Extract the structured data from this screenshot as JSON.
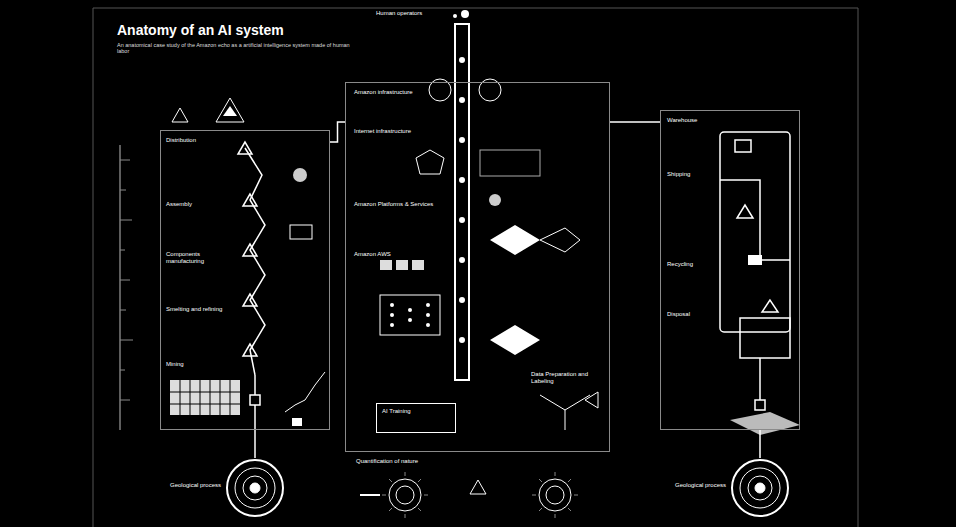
{
  "diagram": {
    "title": "Anatomy of an AI system",
    "caption": "An anatomical case study of the Amazon echo as a artificial intelligence system made of human labor",
    "nodes": [
      {
        "text": [
          "Distribution",
          "Assembly",
          "Components manufacturing",
          "Smelting and refining",
          "Mining"
        ]
      },
      {
        "text": [
          "Amazon infrastructure",
          "Internet infrastructure",
          "Amazon Platforms & Services",
          "Amazon AWS",
          "Data Preparation and Labeling"
        ]
      },
      {
        "text": [
          "AI Training"
        ],
        "in": 1
      },
      {
        "text": [
          "Warehouse",
          "Shipping",
          "Recycling",
          "Disposal"
        ]
      },
      {
        "text": [
          "Geological process"
        ]
      },
      {
        "text": [
          "Geological process"
        ]
      }
    ],
    "edges": [
      {
        "from": 0,
        "to": 4,
        "arrow": "none"
      },
      {
        "from": 3,
        "to": 5,
        "arrow": "none"
      },
      {
        "from": 0,
        "to": 1,
        "arrow": "none"
      },
      {
        "from": 1,
        "to": 3,
        "arrow": "none"
      }
    ],
    "labels": [
      "Human operators",
      "Quantification of nature"
    ]
  }
}
